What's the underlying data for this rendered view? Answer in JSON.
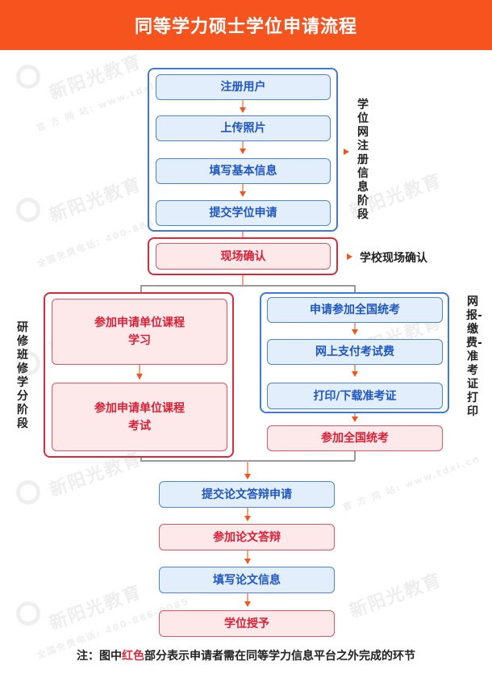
{
  "title": "同等学力硕士学位申请流程",
  "watermark": {
    "brand": "新阳光教育",
    "site": "官 方 网 站: www.tdxl.cn",
    "phone": "全国免费电话: 400-886-0085"
  },
  "colors": {
    "header": "#f5541e",
    "blue": "#3d7ad9",
    "red": "#e0283c"
  },
  "stages": {
    "registration": "学位网注册信息阶段",
    "confirm": "学校现场确认",
    "study": "研修班修学分阶段",
    "exam": "网报-缴费-准考证打印"
  },
  "steps": {
    "register_user": "注册用户",
    "upload_photo": "上传照片",
    "fill_info": "填写基本信息",
    "submit_degree": "提交学位申请",
    "onsite_confirm": "现场确认",
    "apply_course_study": "参加申请单位课程\n学习",
    "apply_course_exam": "参加申请单位课程\n考试",
    "apply_national_exam": "申请参加全国统考",
    "pay_fee": "网上支付考试费",
    "print_ticket": "打印/下载准考证",
    "national_exam": "参加全国统考",
    "submit_thesis": "提交论文答辩申请",
    "thesis_defense": "参加论文答辩",
    "fill_thesis_info": "填写论文信息",
    "degree_award": "学位授予"
  },
  "note": {
    "prefix": "注：图中",
    "highlight": "红色",
    "suffix": "部分表示申请者需在同等学力信息平台之外完成的环节"
  }
}
